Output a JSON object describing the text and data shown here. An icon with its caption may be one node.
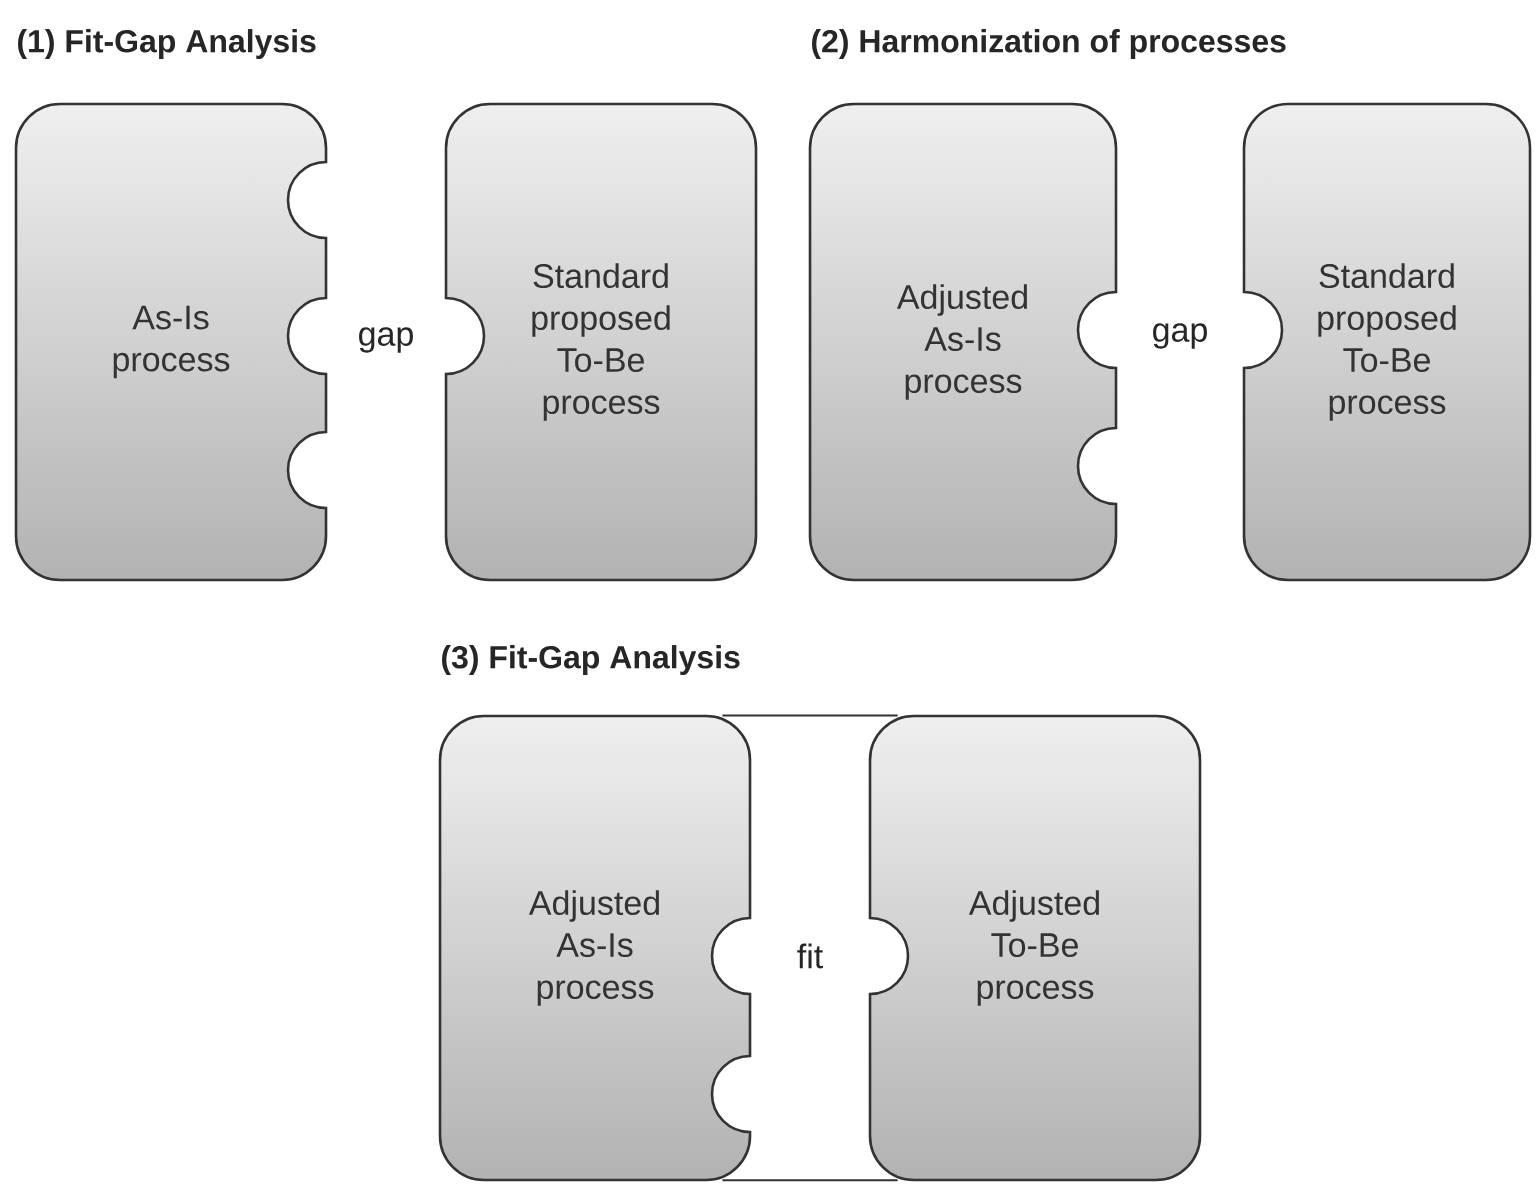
{
  "diagram": {
    "nodes": [
      {
        "text": [
          "As-Is process"
        ]
      },
      {
        "text": [
          "Standard proposed To-Be process"
        ]
      },
      {
        "text": [
          "Adjusted As-Is process"
        ]
      },
      {
        "text": [
          "Standard proposed To-Be process"
        ]
      },
      {
        "text": [
          "Adjusted As-Is process"
        ]
      },
      {
        "text": [
          "Adjusted To-Be process"
        ]
      }
    ],
    "edges": [
      {
        "from": 4,
        "to": 5,
        "arrow": "none"
      },
      {
        "from": 4,
        "to": 5,
        "arrow": "none"
      }
    ],
    "labels": [
      "(1) Fit-Gap Analysis",
      "(2) Harmonization of processes",
      "gap",
      "gap",
      "(3) Fit-Gap Analysis",
      "fit"
    ]
  }
}
